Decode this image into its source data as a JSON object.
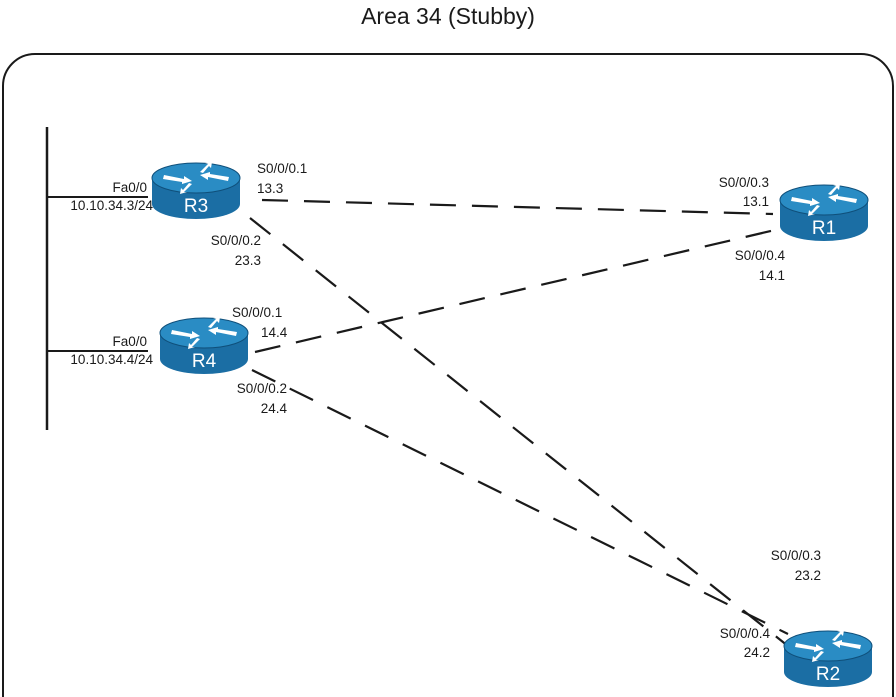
{
  "title": "Area 34 (Stubby)",
  "colors": {
    "router_body": "#1b6ea4",
    "router_top": "#2a8cc4",
    "router_dark": "#0f4f7a",
    "line": "#1a1a1a",
    "boundary": "#1a1a1a"
  },
  "routers": {
    "r3": {
      "name": "R3",
      "icon": "router-icon"
    },
    "r4": {
      "name": "R4",
      "icon": "router-icon"
    },
    "r1": {
      "name": "R1",
      "icon": "router-icon"
    },
    "r2": {
      "name": "R2",
      "icon": "router-icon"
    }
  },
  "labels": {
    "r3_fa": "Fa0/0",
    "r3_fa_ip": "10.10.34.3/24",
    "r3_s01": "S0/0/0.1",
    "r3_s01_ip": "13.3",
    "r3_s02": "S0/0/0.2",
    "r3_s02_ip": "23.3",
    "r4_fa": "Fa0/0",
    "r4_fa_ip": "10.10.34.4/24",
    "r4_s01": "S0/0/0.1",
    "r4_s01_ip": "14.4",
    "r4_s02": "S0/0/0.2",
    "r4_s02_ip": "24.4",
    "r1_s03": "S0/0/0.3",
    "r1_s03_ip": "13.1",
    "r1_s04": "S0/0/0.4",
    "r1_s04_ip": "14.1",
    "r2_s03": "S0/0/0.3",
    "r2_s03_ip": "23.2",
    "r2_s04": "S0/0/0.4",
    "r2_s04_ip": "24.2"
  }
}
